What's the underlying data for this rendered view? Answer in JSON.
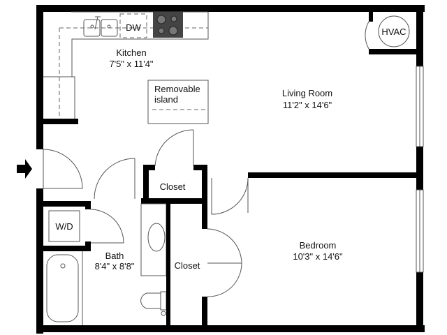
{
  "rooms": {
    "kitchen": {
      "name": "Kitchen",
      "size": "7'5\" x 11'4\""
    },
    "living_room": {
      "name": "Living Room",
      "size": "11'2\" x 14'6\""
    },
    "bedroom": {
      "name": "Bedroom",
      "size": "10'3\" x 14'6\""
    },
    "bath": {
      "name": "Bath",
      "size": "8'4\" x 8'8\""
    },
    "closet_hall": {
      "name": "Closet"
    },
    "closet_bedroom": {
      "name": "Closet"
    }
  },
  "fixtures": {
    "dishwasher": "DW",
    "hvac": "HVAC",
    "washer_dryer": "W/D",
    "island_line1": "Removable",
    "island_line2": "island"
  },
  "colors": {
    "wall": "#000000",
    "cooktop": "#444444"
  }
}
